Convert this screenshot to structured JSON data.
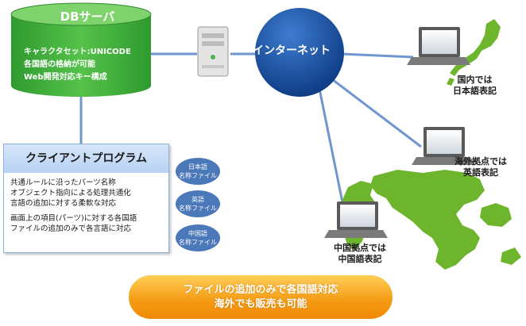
{
  "db_server": {
    "title": "DBサーバ",
    "lines": [
      "キャラクタセット:UNICODE",
      "各国語の格納が可能",
      "Web開発対応キー構成"
    ]
  },
  "internet": {
    "label": "インターネット"
  },
  "client_program": {
    "title": "クライアントプログラム",
    "lines": [
      "共通ルールに沿ったパーツ名称",
      "オブジェクト指向による処理共通化",
      "言語の追加に対する柔軟な対応"
    ],
    "lines2": [
      "画面上の項目(パーツ)に対する各国語",
      "ファイルの追加のみで各言語に対応"
    ]
  },
  "name_files": [
    {
      "line1": "日本語",
      "line2": "名称ファイル"
    },
    {
      "line1": "英語",
      "line2": "名称ファイル"
    },
    {
      "line1": "中国語",
      "line2": "名称ファイル"
    }
  ],
  "regions": {
    "japan": {
      "line1": "国内では",
      "line2": "日本語表記"
    },
    "overseas": {
      "line1": "海外拠点では",
      "line2": "英語表記"
    },
    "china": {
      "line1": "中国拠点では",
      "line2": "中国語表記"
    }
  },
  "banner": {
    "line1": "ファイルの追加のみで各国語対応",
    "line2": "海外でも販売も可能"
  },
  "colors": {
    "db_green": "#3aa63a",
    "connector_blue": "#6f96cf",
    "internet_blue": "#1e4f9a",
    "banner_orange": "#f49a12",
    "map_green": "#6cb52d"
  }
}
